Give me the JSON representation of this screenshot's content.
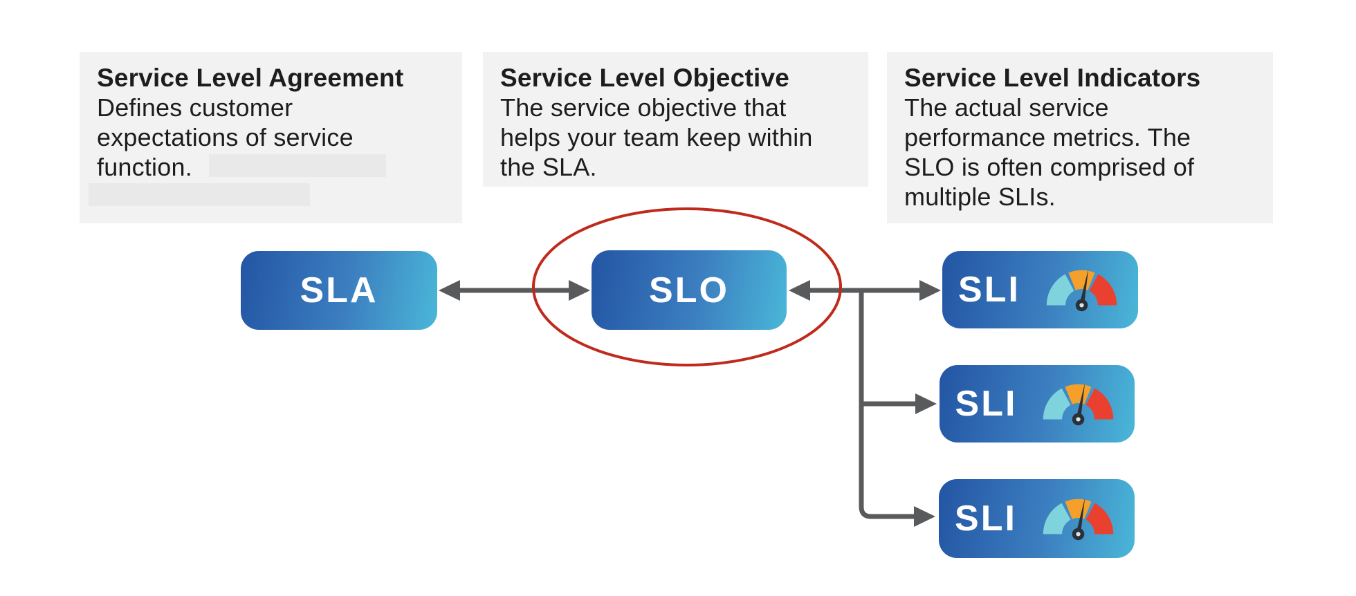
{
  "diagram": {
    "info_boxes": [
      {
        "title": "Service Level Agreement",
        "body": "Defines customer\nexpectations of service\nfunction."
      },
      {
        "title": "Service Level Objective",
        "body": "The service objective that\nhelps your team keep within\nthe SLA."
      },
      {
        "title": "Service Level Indicators",
        "body": "The actual service\nperformance metrics. The\nSLO is often comprised of\nmultiple SLIs."
      }
    ],
    "nodes": {
      "sla": {
        "label": "SLA"
      },
      "slo": {
        "label": "SLO"
      },
      "sli1": {
        "label": "SLI"
      },
      "sli2": {
        "label": "SLI"
      },
      "sli3": {
        "label": "SLI"
      }
    },
    "colors": {
      "node_gradient_start": "#2355a4",
      "node_gradient_end": "#4ab7d8",
      "node_text": "#ffffff",
      "arrow": "#595a5c",
      "highlight_ellipse": "#bf2a1c",
      "info_box_bg": "#f2f2f2",
      "redaction_bg": "#e9e9e9",
      "info_text": "#1d1d1d",
      "gauge_low_segment": "#7ed3dc",
      "gauge_mid_segment": "#f5a02b",
      "gauge_high_segment": "#e94030",
      "gauge_needle": "#2b3038"
    }
  }
}
